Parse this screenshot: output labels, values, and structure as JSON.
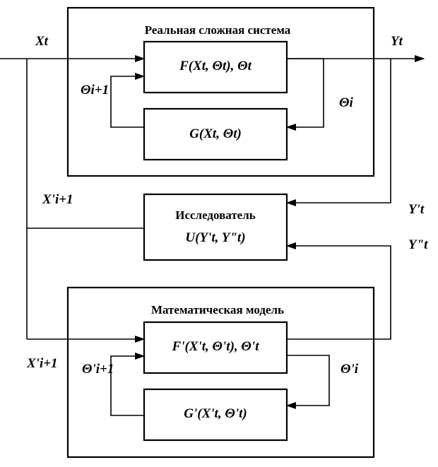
{
  "real_system": {
    "title": "Реальная сложная система",
    "block_f": "F(Xt, Θt), Θt",
    "block_g": "G(Xt, Θt)"
  },
  "researcher": {
    "title": "Исследователь",
    "function": "U(Y't, Y\"t)"
  },
  "model": {
    "title": "Математическая модель",
    "block_f": "F'(X't, Θ't), Θ't",
    "block_g": "G'(X't, Θ't)"
  },
  "signals": {
    "input": "Xt",
    "output": "Yt",
    "theta_next": "Θi+1",
    "theta": "Θi",
    "x_next_top": "X'i+1",
    "x_next_bottom": "X'i+1",
    "y_prime": "Y't",
    "y_double_prime": "Y\"t",
    "theta_prime_next": "Θ'i+1",
    "theta_prime": "Θ'i"
  }
}
